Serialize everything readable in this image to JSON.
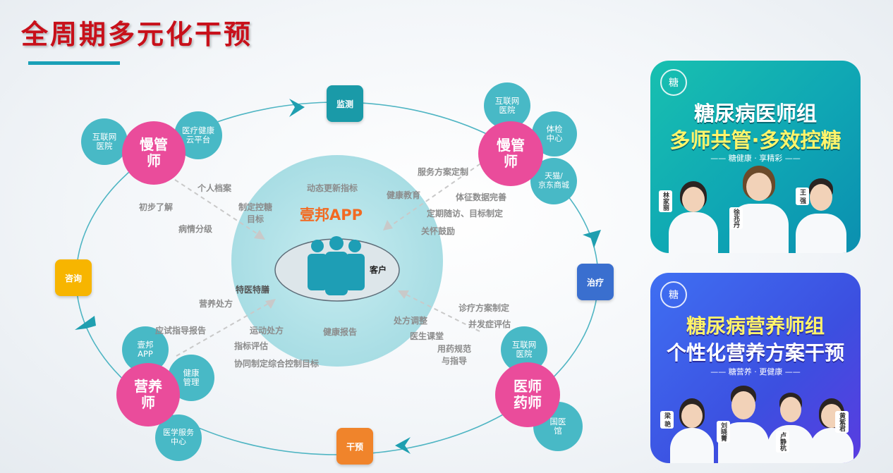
{
  "title": "全周期多元化干预",
  "stages": {
    "monitor": "监测",
    "treat": "治疗",
    "intervene": "干预",
    "consult": "咨询"
  },
  "center": {
    "app_name": "壹邦APP",
    "customer": "客户"
  },
  "roles": {
    "top_left": {
      "main": "慢管\n师",
      "sats": [
        "互联网\n医院",
        "医疗健康\n云平台"
      ]
    },
    "top_right": {
      "main": "慢管\n师",
      "sats": [
        "互联网\n医院",
        "体检\n中心",
        "天猫/\n京东商城"
      ]
    },
    "bottom_left": {
      "main": "营养\n师",
      "sats": [
        "壹邦\nAPP",
        "健康\n管理",
        "医学服务\n中心"
      ]
    },
    "bottom_right": {
      "main": "医师\n药师",
      "sats": [
        "互联网\n医院",
        "国医\n馆"
      ]
    }
  },
  "labels": {
    "tl": [
      "个人档案",
      "制定控糖\n目标",
      "初步了解",
      "病情分级"
    ],
    "tr": [
      "服务方案定制",
      "动态更新指标",
      "健康教育",
      "体征数据完善",
      "定期随访、目标制定",
      "关怀鼓励"
    ],
    "bl": [
      "特医特膳",
      "营养处方",
      "应试指导报告",
      "运动处方",
      "指标评估",
      "协同制定综合控制目标",
      "健康报告"
    ],
    "br": [
      "诊疗方案制定",
      "并发症评估",
      "处方调整",
      "医生课堂",
      "用药规范\n与指导"
    ]
  },
  "cards": [
    {
      "logo": "糖",
      "line1": "糖尿病医师组",
      "line2": "多师共管·多效控糖",
      "sub": "—— 糖健康 · 享精彩 ——",
      "tags": [
        "林家丽",
        "徐兆丹",
        "王 强"
      ]
    },
    {
      "logo": "糖",
      "line1": "糖尿病营养师组",
      "line2": "个性化营养方案干预",
      "sub": "—— 糖营养 · 更健康 ——",
      "tags": [
        "梁 艳",
        "刘晓菁",
        "卢静杭",
        "黄紫君"
      ]
    }
  ],
  "colors": {
    "title": "#c8101a",
    "pink": "#ea4c9b",
    "teal": "#48b9c6",
    "monitor": "#1a9aa8",
    "treat": "#3a6fcf",
    "intervene": "#f0842b",
    "consult": "#f7b500"
  }
}
